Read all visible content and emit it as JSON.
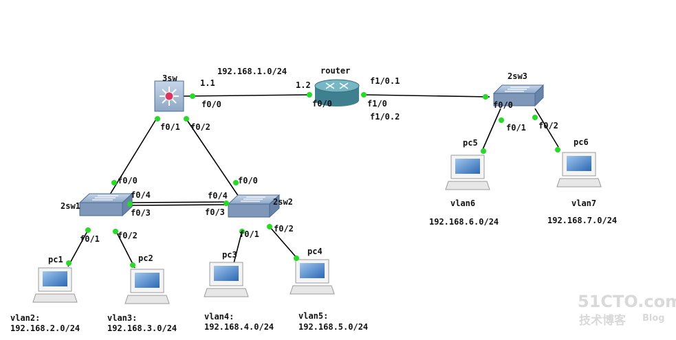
{
  "devices": {
    "sw3": {
      "name": "3sw",
      "ip_left": "1.1",
      "port_right": "f0/0",
      "port_down_left": "f0/1",
      "port_down_right": "f0/2"
    },
    "router": {
      "name": "router",
      "ip_left": "1.2",
      "port_left": "f0/0",
      "port_right": "f1/0",
      "sub1": "f1/0.1",
      "sub2": "f1/0.2"
    },
    "sw2_3": {
      "name": "2sw3",
      "port_up": "f0/0",
      "port_left": "f0/1",
      "port_right": "f0/2"
    },
    "sw2_1": {
      "name": "2sw1",
      "port_up": "f0/0",
      "port_trunk1": "f0/4",
      "port_trunk2": "f0/3",
      "port_left": "f0/1",
      "port_right": "f0/2"
    },
    "sw2_2": {
      "name": "2sw2",
      "port_up": "f0/0",
      "port_trunk1": "f0/4",
      "port_trunk2": "f0/3",
      "port_left": "f0/1",
      "port_right": "f0/2"
    }
  },
  "network_label": "192.168.1.0/24",
  "pcs": [
    {
      "name": "pc1",
      "vlan": "vlan2:",
      "subnet": "192.168.2.0/24"
    },
    {
      "name": "pc2",
      "vlan": "vlan3:",
      "subnet": "192.168.3.0/24"
    },
    {
      "name": "pc3",
      "vlan": "vlan4:",
      "subnet": "192.168.4.0/24"
    },
    {
      "name": "pc4",
      "vlan": "vlan5:",
      "subnet": "192.168.5.0/24"
    },
    {
      "name": "pc5",
      "vlan": "vlan6",
      "subnet": "192.168.6.0/24"
    },
    {
      "name": "pc6",
      "vlan": "vlan7",
      "subnet": "192.168.7.0/24"
    }
  ],
  "watermark": {
    "brand": "51CTO.com",
    "chinese": "技术博客",
    "blog": "Blog"
  },
  "colors": {
    "link": "#000000",
    "port_dot": "#22dd22",
    "switch": "#8fa8c8",
    "router": "#5a9aa8"
  }
}
